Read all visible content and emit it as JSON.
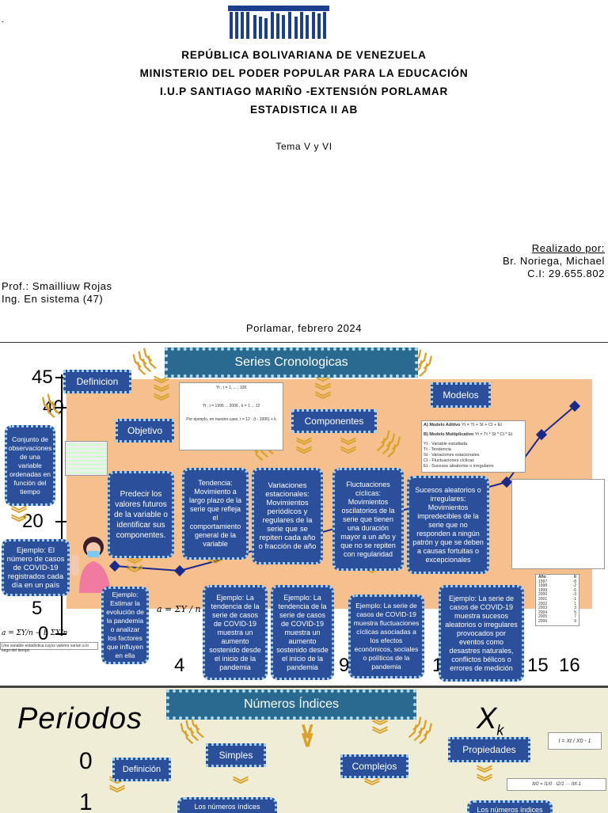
{
  "cover": {
    "dash": "-",
    "header_lines": [
      "REPÚBLICA BOLIVARIANA DE VENEZUELA",
      "MINISTERIO DEL PODER POPULAR PARA LA EDUCACIÓN",
      "I.U.P SANTIAGO MARIÑO -EXTENSIÓN PORLAMAR",
      "ESTADISTICA II AB"
    ],
    "topic": "Tema V y VI",
    "author_label": "Realizado por:",
    "author_name": "Br. Noriega, Michael",
    "author_id": "C.I: 29.655.802",
    "professor": "Prof.: Smailliuw Rojas",
    "professor_title": "Ing. En sistema (47)",
    "place_date": "Porlamar, febrero 2024"
  },
  "poster1": {
    "title": "Series Cronologicas",
    "definicion_label": "Definicion",
    "definicion_text": "Conjunto de observaciones de una variable ordenadas en función del tiempo",
    "objetivo_label": "Objetivo",
    "objetivo_text": "Predecir los valores futuros de la variable o identificar sus componentes.",
    "componentes_label": "Componentes",
    "modelos_label": "Modelos",
    "modelo_aditivo": "A) Modelo Aditivo",
    "modelo_aditivo_eq": "Yt = Tt + St + Ct + Et",
    "modelo_multiplicativo": "B) Modelo Multiplicativo",
    "modelo_multiplicativo_eq": "Yt = Tt * St * Ct * Et",
    "modelo_legend": [
      "Yt - Variable estudiada",
      "Tt - Tendencia",
      "St - Variaciones estacionales",
      "Ct - Fluctuaciones cíclicas",
      "Et - Sucesos aleatorios o irregulares"
    ],
    "tendencia": "Tendencia: Movimiento a largo plazo de la serie que refleja el comportamiento general de la variable",
    "estacionales": "Variaciones estacionales: Movimientos periódicos y regulares de la serie que se repiten cada año o fracción de año",
    "ciclicas": "Fluctuaciones cíclicas: Movimientos oscilatorios de la serie que tienen una duración mayor a un año y que no se repiten con regularidad",
    "aleatorios": "Sucesos aleatorios o irregulares: Movimientos impredecibles de la serie que no responden a ningún patrón y que se deben a causas fortuitas o excepcionales",
    "ejemplo_def": "Ejemplo: El número de casos de COVID-19 registrados cada día en un país",
    "ejemplo_obj": "Ejemplo: Estimar la evolución de la pandemia o analizar los factores que influyen en ella",
    "ejemplo_tend": "Ejemplo: La tendencia de la serie de casos de COVID-19 muestra un aumento sostenido desde el inicio de la pandemia",
    "ejemplo_est": "Ejemplo: La tendencia de la serie de casos de COVID-19 muestra un aumento sostenido desde el inicio de la pandemia",
    "ejemplo_cic": "Ejemplo: La serie de casos de COVID-19 muestra fluctuaciones cíclicas asociadas a los efectos económicos, sociales o políticos de la pandemia",
    "ejemplo_ale": "Ejemplo: La serie de casos de COVID-19 muestra sucesos aleatorios o irregulares provocados por eventos como desastres naturales, conflictos bélicos o errores de medición",
    "axis_y": [
      "45",
      "40",
      "20",
      "5",
      "0"
    ],
    "axis_x": [
      "4",
      "9",
      "1",
      "15",
      "16"
    ],
    "formula_a": "Yt , t = 1, ... , 108",
    "formula_b": "Yt , t = 1995 ... 2006 , k = 1 ... 12",
    "formula_c": "Por ejemplo, en nuestro caso, t = 12 · (t - 1995) + k",
    "caption_small": "Una variable estadística cuyos valores varían a lo largo del tiempo",
    "table_head": [
      "Año",
      "It"
    ],
    "table_rows": [
      [
        "1997",
        "-8"
      ],
      [
        "1998",
        "-2"
      ],
      [
        "1999",
        "-6"
      ],
      [
        "2000",
        "-3"
      ],
      [
        "2001",
        "-1"
      ],
      [
        "2002",
        "1"
      ],
      [
        "2003",
        "3"
      ],
      [
        "2004",
        "5"
      ],
      [
        "2005",
        "7"
      ],
      [
        "2006",
        "9"
      ]
    ]
  },
  "poster2": {
    "title": "Números Índices",
    "big_label": "Periodos",
    "big_0": "0",
    "big_1": "1",
    "big_xk": "X",
    "big_k": "k",
    "definicion_label": "Definición",
    "simples_label": "Simples",
    "complejos_label": "Complejos",
    "propiedades_label": "Propiedades",
    "numeros_indices_a": "Los números índices",
    "numeros_indices_b": "Los números índices",
    "formula_prop": "I = Xt / X0 - 1",
    "formula_circ": "It/0 = I1/0 · I2/1 ··· It/t-1"
  }
}
